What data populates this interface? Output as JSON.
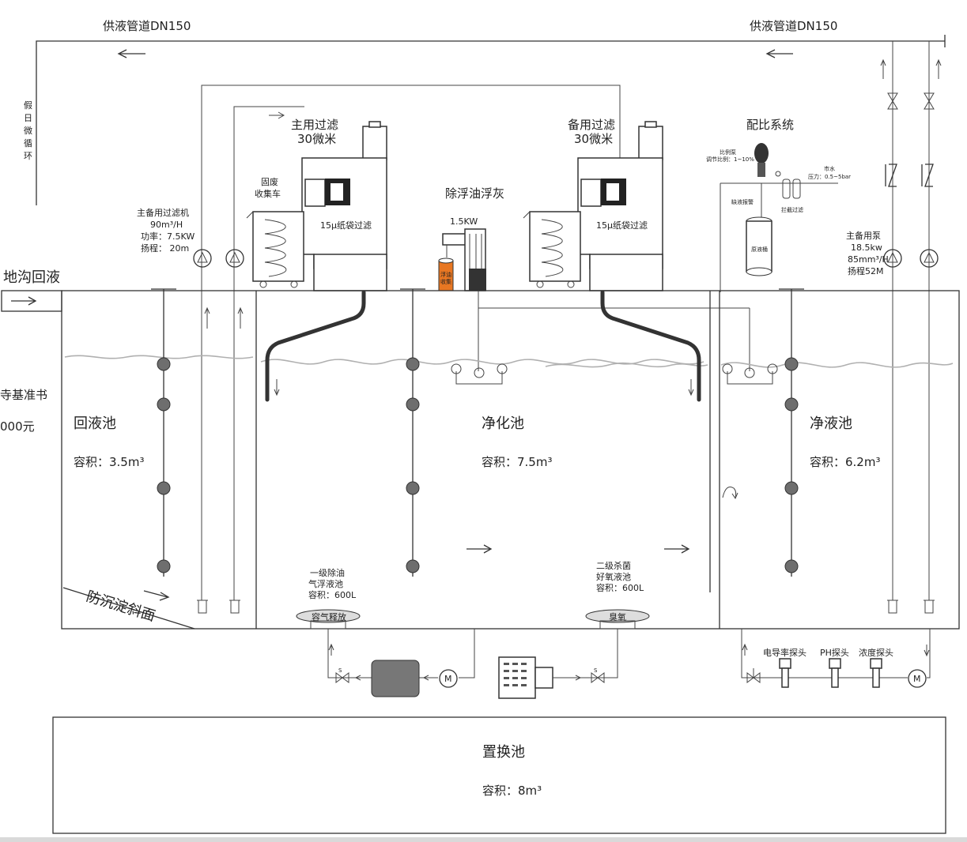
{
  "labels": {
    "supply_left": "供液管道DN150",
    "supply_right": "供液管道DN150",
    "holiday_micro": [
      "假",
      "日",
      "微",
      "循",
      "环"
    ],
    "main_filter_title": [
      "主用过滤",
      "30微米"
    ],
    "backup_filter_title": [
      "备用过滤",
      "30微米"
    ],
    "main_filter_bag": "15μ纸袋过滤",
    "backup_filter_bag": "15μ纸袋过滤",
    "waste_cart": [
      "固废",
      "收集车"
    ],
    "oil_skimmer": "除浮油浮灰",
    "oil_skimmer_power": "1.5KW",
    "oil_collect": [
      "浮油",
      "收集"
    ],
    "ratio_system": "配比系统",
    "ratio_pump": [
      "比例泵",
      "调节比例：1~10%"
    ],
    "tap_water": "市水",
    "pressure": "压力：0.5~5bar",
    "low_level_alarm": "缺液报警",
    "intercept_filter": "拦截过滤",
    "raw_liquid_drum": "原液桶",
    "main_backup_filter_pump": [
      "主备用过滤机",
      "90m³/H",
      "功率：7.5KW",
      "扬程：   20m"
    ],
    "main_backup_pump": [
      "主备用泵",
      "18.5kw",
      "85mm³/H",
      "扬程52M"
    ],
    "trench_return": "地沟回液",
    "side_text": [
      "寺基准书",
      "000元"
    ],
    "anti_settle": "防沉淀斜面",
    "oil_air_float": [
      "一级除油",
      "气浮液池",
      "容积：600L"
    ],
    "ozone_tank": [
      "二级杀菌",
      "好氧液池",
      "容积：600L"
    ],
    "dissolved_air": "容气释放",
    "ozone": "臭氧",
    "conductivity_probe": "电导率探头",
    "ph_probe": "PH探头",
    "concentration_probe": "浓度探头",
    "motor": "M",
    "valve_s": "S"
  },
  "tanks": {
    "return_tank": {
      "name": "回液池",
      "volume": "容积：3.5m³"
    },
    "purify_tank": {
      "name": "净化池",
      "volume": "容积：7.5m³"
    },
    "clean_tank": {
      "name": "净液池",
      "volume": "容积：6.2m³"
    },
    "replace_tank": {
      "name": "置换池",
      "volume": "容积：8m³"
    }
  },
  "colors": {
    "line": "#333333",
    "oil_collector": "#e87722",
    "ball": "#6e6e6e",
    "water_wave": "#b0b0b0"
  }
}
